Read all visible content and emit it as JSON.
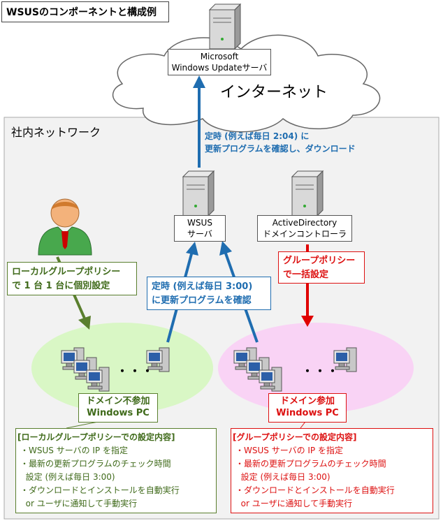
{
  "title": "WSUSのコンポーネントと構成例",
  "cloud": {
    "label": "インターネット",
    "server_label": [
      "Microsoft",
      "Windows Updateサーバ"
    ]
  },
  "network": {
    "label": "社内ネットワーク"
  },
  "wsus": {
    "label": [
      "WSUS",
      "サーバ"
    ]
  },
  "ad": {
    "label": [
      "ActiveDirectory",
      "ドメインコントローラ"
    ]
  },
  "sync_text": [
    "定時 (例えば毎日 2:04) に",
    "更新プログラムを確認し、ダウンロード"
  ],
  "check_text": [
    "定時 (例えば毎日 3:00)",
    "に更新プログラムを確認"
  ],
  "local_policy_text": [
    "ローカルグループポリシー",
    "で 1 台 1 台に個別設定"
  ],
  "group_policy_text": [
    "グループポリシー",
    "で一括設定"
  ],
  "ellipsis": "・・・",
  "non_domain": {
    "label": [
      "ドメイン不参加",
      "Windows PC"
    ]
  },
  "domain": {
    "label": [
      "ドメイン参加",
      "Windows PC"
    ]
  },
  "local_settings": {
    "title": "[ローカルグループポリシーでの設定内容]",
    "lines": [
      "・WSUS サーバの IP を指定",
      "・最新の更新プログラムのチェック時間",
      "  設定 (例えば毎日 3:00)",
      "・ダウンロードとインストールを自動実行",
      "  or ユーザに通知して手動実行"
    ]
  },
  "group_settings": {
    "title": "[グループポリシーでの設定内容]",
    "lines": [
      "・WSUS サーバの IP を指定",
      "・最新の更新プログラムのチェック時間",
      "  設定 (例えば毎日 3:00)",
      "・ダウンロードとインストールを自動実行",
      "  or ユーザに通知して手動実行"
    ]
  },
  "colors": {
    "green": "#5a7f2e",
    "blue": "#1f6db0",
    "red": "#e00000",
    "green_ellipse": "#d9f7c5",
    "pink_ellipse": "#f9d3f5"
  }
}
